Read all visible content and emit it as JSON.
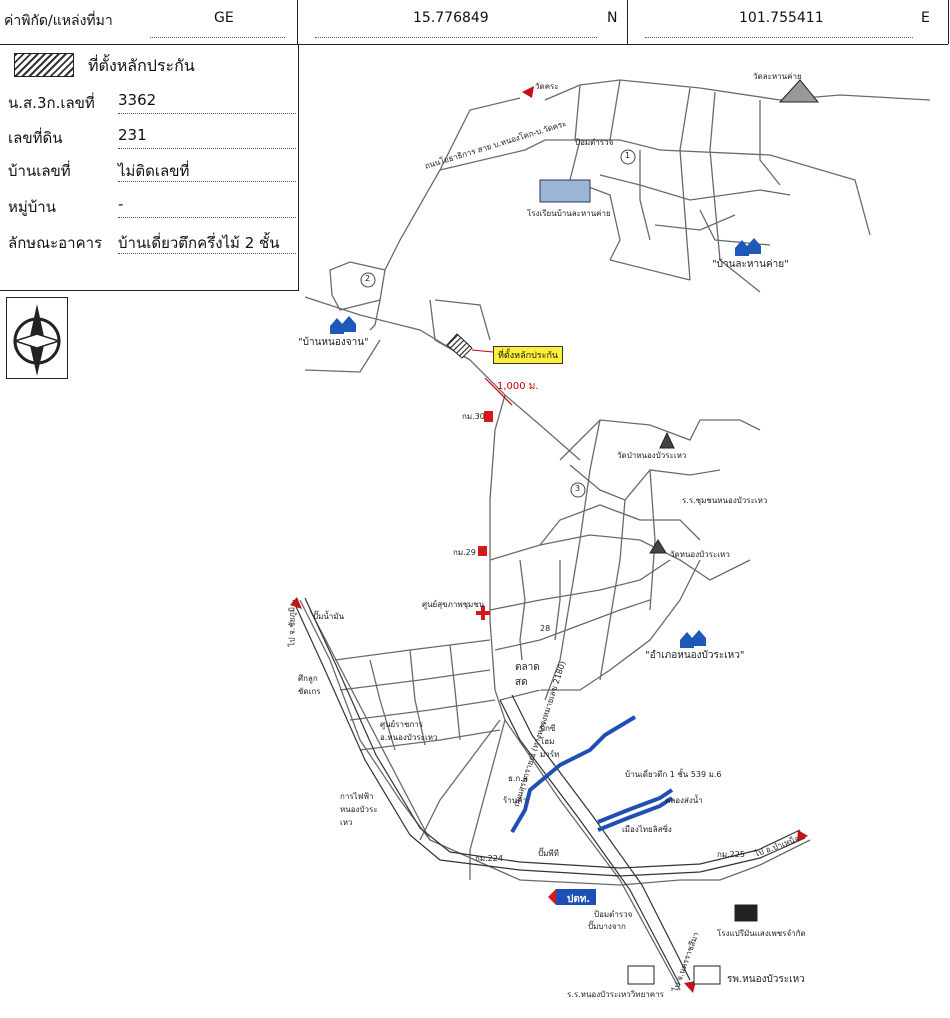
{
  "header": {
    "coord_label": "ค่าพิกัด/แหล่งที่มา",
    "source": "GE",
    "latitude": "15.776849",
    "lat_dir": "N",
    "longitude": "101.755411",
    "lon_dir": "E"
  },
  "info": {
    "legend_label": "ที่ตั้งหลักประกัน",
    "rows": [
      {
        "key": "น.ส.3ก.เลขที่",
        "value": "3362"
      },
      {
        "key": "เลขที่ดิน",
        "value": "231"
      },
      {
        "key": "บ้านเลขที่",
        "value": "ไม่ติดเลขที่"
      },
      {
        "key": "หมู่บ้าน",
        "value": "-"
      },
      {
        "key": "ลักษณะอาคาร",
        "value": "บ้านเดี่ยวตึกครึ่งไม้ 2 ชั้น"
      }
    ]
  },
  "compass_letter": "N",
  "map": {
    "callout": "ที่ตั้งหลักประกัน",
    "distance": "1,000 ม.",
    "labels": {
      "wat_sai_tai": "วัดละหานค่าย",
      "wat_kra": "วัดคระ",
      "police_box": "ป้อมตำรวจ",
      "road_sign": "ถนนโยธาธิการ สาย บ.หนองโคก-บ.วัดคระ",
      "school": "โรงเรียนบ้านละหานค่าย",
      "ban_lahan": "\"บ้านละหานค่าย\"",
      "ban_nong_chan": "\"บ้านหนองจาน\"",
      "km30": "กม.30",
      "km29": "กม.29",
      "wat_pa": "วัดป่าหนองบัวระเหว",
      "school2": "ร.ร.ชุมชนหนองบัวระเหว",
      "wat_nong": "วัดหนองบัวระเหว",
      "health": "ศูนย์สุขภาพชุมชน",
      "gas": "ปั๊มน้ำมัน",
      "lottery": "ศึกลูก ชัดเกร",
      "district": "\"อำเภอหนองบัวระเหว\"",
      "market": "ตลาด สด",
      "bank": "ธ.ก.ส",
      "dispatch": "ศูนย์ราชการ อ.หนองบัวระเหว",
      "electric": "การไฟฟ้า หนองบัวระเหว",
      "main_road": "ถนนสุรนารายณ์ (ทางหลวงหมายเลข 2180)",
      "drainage": "บ้านเดี่ยวตึก 1 ชั้น 539 ม.6",
      "canal": "คลองส่งน้ำ",
      "shops": "ร้านค้า",
      "ghost": "เมืองไทยลิสซิ่ง",
      "km224": "กม.224",
      "km225": "กม.225",
      "pump": "ปั๊มพีที",
      "police2": "ป้อมตำรวจ",
      "ptt": "ปตท.",
      "pump2": "ปั๊มบางจาก",
      "factory": "โรงแปรีมันแสงเพชรจำกัด",
      "hospital": "รพ.หนองบัวระเหว",
      "school3": "ร.ร.หนองบัวระเหววิทยาคาร",
      "to_chaiyaphum": "ไป จ.ชัยภูมิ",
      "to_bamnet": "ไป อ.บำเหน็จ",
      "to_korat": "ไป จ.นครราชสีมา",
      "road_no2": "2",
      "road_no1": "1",
      "road_no3": "3",
      "soi28": "28",
      "bigc": "บิ๊กซี โฮมมาร์ท"
    }
  }
}
